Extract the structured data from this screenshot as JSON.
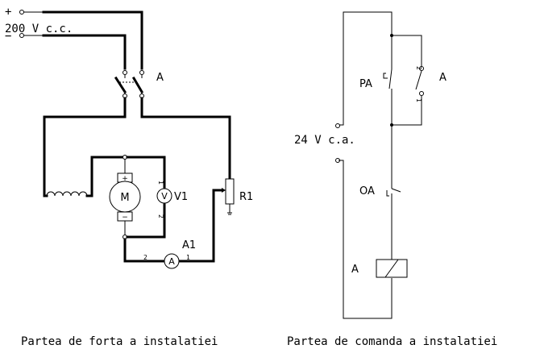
{
  "power": {
    "plus": "+",
    "minus": "−",
    "supply": "200 V c.c.",
    "switch": "A",
    "motor": "M",
    "motor_plus": "+",
    "motor_minus": "−",
    "voltmeter_symbol": "V",
    "voltmeter": "V1",
    "voltmeter_pin1": "1",
    "voltmeter_pin2": "2",
    "ammeter_symbol": "A",
    "ammeter": "A1",
    "ammeter_pin2": "2",
    "ammeter_pin1": "1",
    "rheostat": "R1",
    "caption": "Partea de forta a instalatiei"
  },
  "control": {
    "supply": "24 V c.a.",
    "start_button": "PA",
    "aux_contact": "A",
    "aux_pin2": "2",
    "aux_pin1": "1",
    "stop_button": "OA",
    "coil": "A",
    "caption": "Partea de comanda a instalatiei"
  }
}
